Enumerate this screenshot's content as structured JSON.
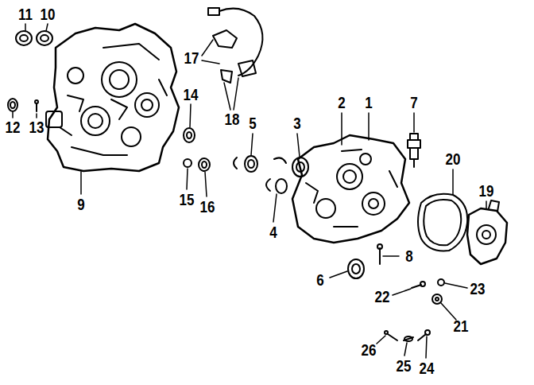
{
  "diagram": {
    "labels": [
      "11",
      "10",
      "12",
      "13",
      "9",
      "17",
      "18",
      "14",
      "15",
      "16",
      "5",
      "3",
      "4",
      "2",
      "1",
      "7",
      "20",
      "19",
      "6",
      "8",
      "22",
      "23",
      "21",
      "26",
      "25",
      "24"
    ]
  }
}
